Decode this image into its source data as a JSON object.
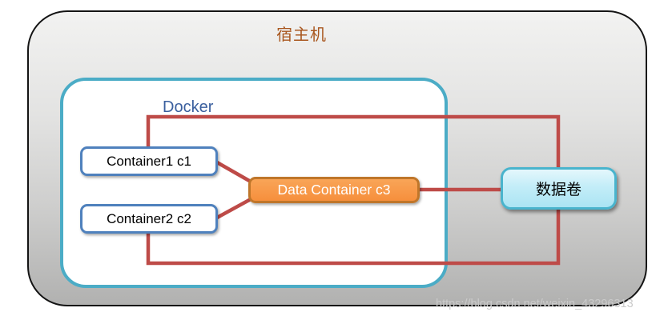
{
  "diagram": {
    "host_label": "宿主机",
    "docker_label": "Docker",
    "container1_label": "Container1 c1",
    "container2_label": "Container2 c2",
    "data_container_label": "Data Container c3",
    "volume_label": "数据卷",
    "watermark": "https://blog.csdn.net/weixin_43296313"
  },
  "colors": {
    "host_label_text": "#a9571f",
    "host_fill_top": "#f2f2f1",
    "host_fill_bottom": "#b1b1b0",
    "host_border": "#141414",
    "docker_border": "#4bacc6",
    "docker_label_text": "#3a5f9e",
    "container_border": "#4f81bd",
    "data_container_fill": "#f79646",
    "data_container_border": "#bf762a",
    "volume_fill": "#c3edf8",
    "volume_border": "#49b4cd",
    "connector_line": "#be4b48",
    "watermark_text": "#cbcbcb"
  }
}
